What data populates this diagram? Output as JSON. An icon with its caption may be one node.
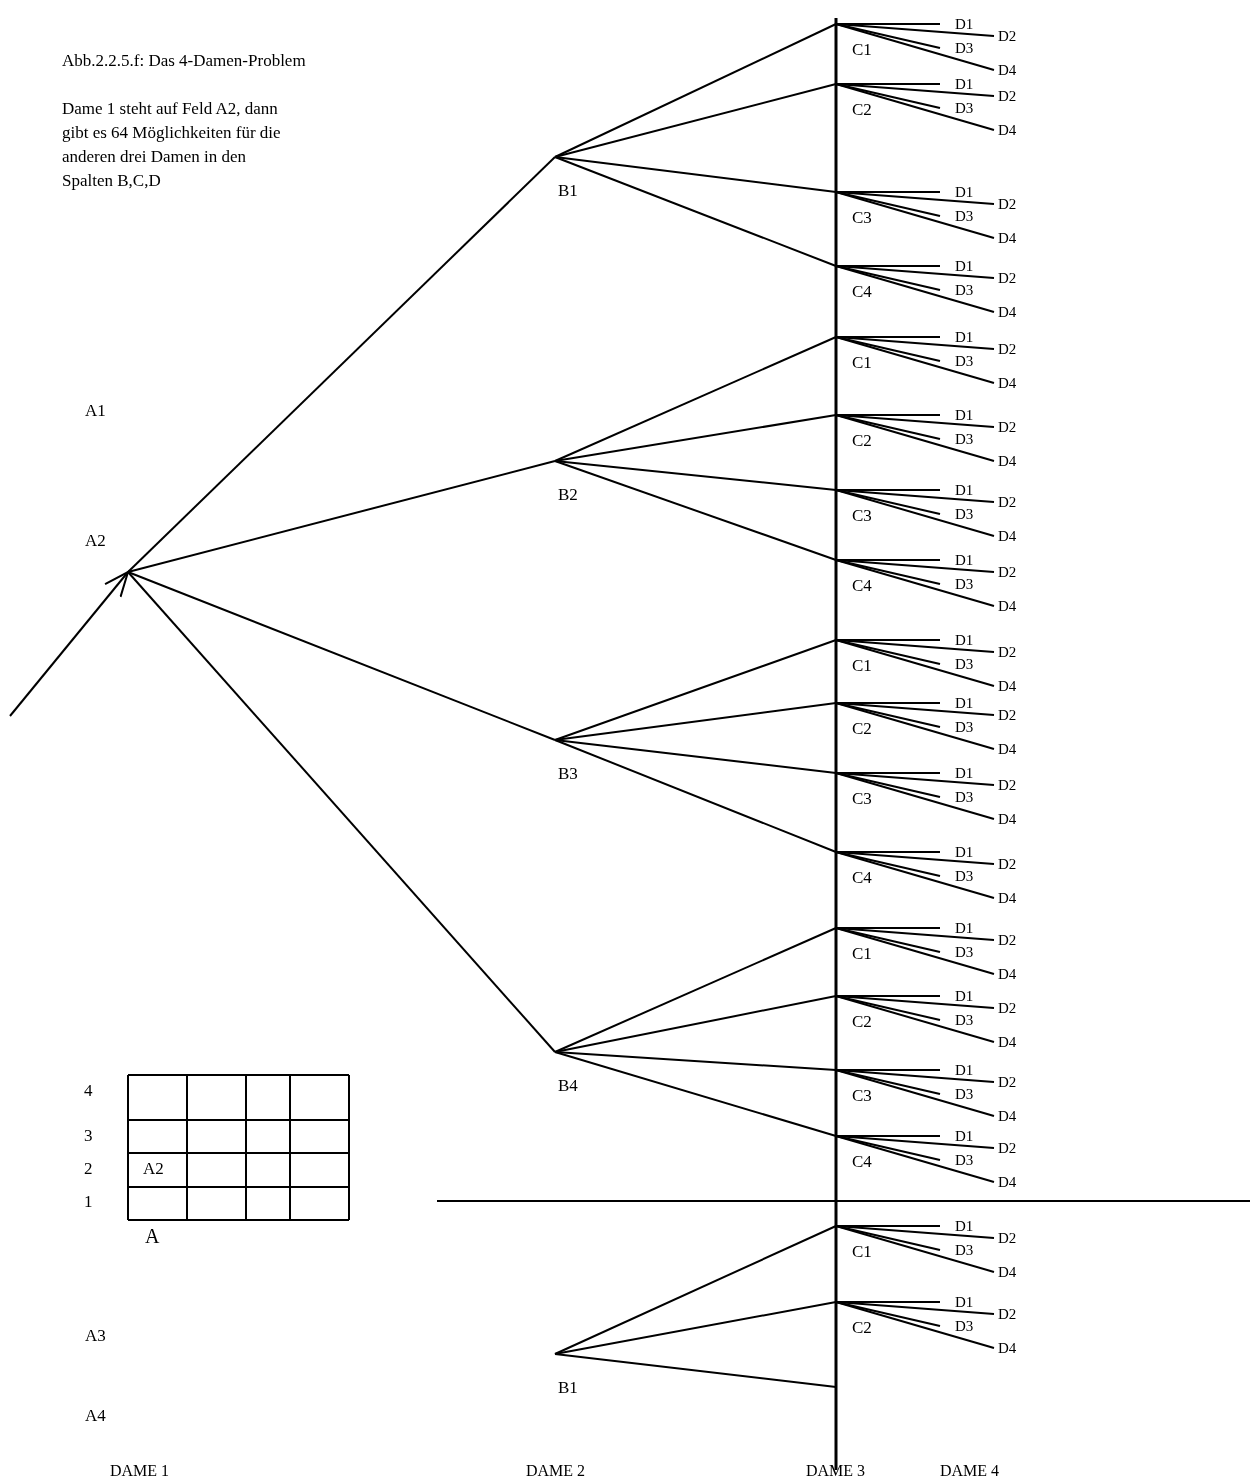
{
  "diagram": {
    "title": "Abb.2.2.5.f: Das 4-Damen-Problem",
    "nodes": [
      {
        "text": [
          "A2"
        ]
      },
      {
        "text": [
          "B1"
        ]
      },
      {
        "text": [
          "C1"
        ]
      },
      {
        "text": [
          "D1"
        ]
      },
      {
        "text": [
          "D2"
        ]
      },
      {
        "text": [
          "D3"
        ]
      },
      {
        "text": [
          "D4"
        ]
      },
      {
        "text": [
          "C2"
        ]
      },
      {
        "text": [
          "D1"
        ]
      },
      {
        "text": [
          "D2"
        ]
      },
      {
        "text": [
          "D3"
        ]
      },
      {
        "text": [
          "D4"
        ]
      },
      {
        "text": [
          "C3"
        ]
      },
      {
        "text": [
          "D1"
        ]
      },
      {
        "text": [
          "D2"
        ]
      },
      {
        "text": [
          "D3"
        ]
      },
      {
        "text": [
          "D4"
        ]
      },
      {
        "text": [
          "C4"
        ]
      },
      {
        "text": [
          "D1"
        ]
      },
      {
        "text": [
          "D2"
        ]
      },
      {
        "text": [
          "D3"
        ]
      },
      {
        "text": [
          "D4"
        ]
      },
      {
        "text": [
          "B2"
        ]
      },
      {
        "text": [
          "C1"
        ]
      },
      {
        "text": [
          "D1"
        ]
      },
      {
        "text": [
          "D2"
        ]
      },
      {
        "text": [
          "D3"
        ]
      },
      {
        "text": [
          "D4"
        ]
      },
      {
        "text": [
          "C2"
        ]
      },
      {
        "text": [
          "D1"
        ]
      },
      {
        "text": [
          "D2"
        ]
      },
      {
        "text": [
          "D3"
        ]
      },
      {
        "text": [
          "D4"
        ]
      },
      {
        "text": [
          "C3"
        ]
      },
      {
        "text": [
          "D1"
        ]
      },
      {
        "text": [
          "D2"
        ]
      },
      {
        "text": [
          "D3"
        ]
      },
      {
        "text": [
          "D4"
        ]
      },
      {
        "text": [
          "C4"
        ]
      },
      {
        "text": [
          "D1"
        ]
      },
      {
        "text": [
          "D2"
        ]
      },
      {
        "text": [
          "D3"
        ]
      },
      {
        "text": [
          "D4"
        ]
      },
      {
        "text": [
          "B3"
        ]
      },
      {
        "text": [
          "C1"
        ]
      },
      {
        "text": [
          "D1"
        ]
      },
      {
        "text": [
          "D2"
        ]
      },
      {
        "text": [
          "D3"
        ]
      },
      {
        "text": [
          "D4"
        ]
      },
      {
        "text": [
          "C2"
        ]
      },
      {
        "text": [
          "D1"
        ]
      },
      {
        "text": [
          "D2"
        ]
      },
      {
        "text": [
          "D3"
        ]
      },
      {
        "text": [
          "D4"
        ]
      },
      {
        "text": [
          "C3"
        ]
      },
      {
        "text": [
          "D1"
        ]
      },
      {
        "text": [
          "D2"
        ]
      },
      {
        "text": [
          "D3"
        ]
      },
      {
        "text": [
          "D4"
        ]
      },
      {
        "text": [
          "C4"
        ]
      },
      {
        "text": [
          "D1"
        ]
      },
      {
        "text": [
          "D2"
        ]
      },
      {
        "text": [
          "D3"
        ]
      },
      {
        "text": [
          "D4"
        ]
      },
      {
        "text": [
          "B4"
        ]
      },
      {
        "text": [
          "C1"
        ]
      },
      {
        "text": [
          "D1"
        ]
      },
      {
        "text": [
          "D2"
        ]
      },
      {
        "text": [
          "D3"
        ]
      },
      {
        "text": [
          "D4"
        ]
      },
      {
        "text": [
          "C2"
        ]
      },
      {
        "text": [
          "D1"
        ]
      },
      {
        "text": [
          "D2"
        ]
      },
      {
        "text": [
          "D3"
        ]
      },
      {
        "text": [
          "D4"
        ]
      },
      {
        "text": [
          "C3"
        ]
      },
      {
        "text": [
          "D1"
        ]
      },
      {
        "text": [
          "D2"
        ]
      },
      {
        "text": [
          "D3"
        ]
      },
      {
        "text": [
          "D4"
        ]
      },
      {
        "text": [
          "C4"
        ]
      },
      {
        "text": [
          "D1"
        ]
      },
      {
        "text": [
          "D2"
        ]
      },
      {
        "text": [
          "D3"
        ]
      },
      {
        "text": [
          "D4"
        ]
      },
      {
        "text": [
          "B1"
        ]
      },
      {
        "text": [
          "C1"
        ]
      },
      {
        "text": [
          "D1"
        ]
      },
      {
        "text": [
          "D2"
        ]
      },
      {
        "text": [
          "D3"
        ]
      },
      {
        "text": [
          "D4"
        ]
      },
      {
        "text": [
          "C2"
        ]
      },
      {
        "text": [
          "D1"
        ]
      },
      {
        "text": [
          "D2"
        ]
      },
      {
        "text": [
          "D3"
        ]
      },
      {
        "text": [
          "D4"
        ]
      }
    ],
    "edges": [
      {
        "from": null,
        "to": 0,
        "arrow": "to"
      },
      {
        "from": 0,
        "to": 1,
        "arrow": "none"
      },
      {
        "from": 1,
        "to": 2,
        "arrow": "none"
      },
      {
        "from": 2,
        "to": 3,
        "arrow": "none"
      },
      {
        "from": 2,
        "to": 4,
        "arrow": "none"
      },
      {
        "from": 2,
        "to": 5,
        "arrow": "none"
      },
      {
        "from": 2,
        "to": 6,
        "arrow": "none"
      },
      {
        "from": 1,
        "to": 7,
        "arrow": "none"
      },
      {
        "from": 7,
        "to": 8,
        "arrow": "none"
      },
      {
        "from": 7,
        "to": 9,
        "arrow": "none"
      },
      {
        "from": 7,
        "to": 10,
        "arrow": "none"
      },
      {
        "from": 7,
        "to": 11,
        "arrow": "none"
      },
      {
        "from": 1,
        "to": 12,
        "arrow": "none"
      },
      {
        "from": 12,
        "to": 13,
        "arrow": "none"
      },
      {
        "from": 12,
        "to": 14,
        "arrow": "none"
      },
      {
        "from": 12,
        "to": 15,
        "arrow": "none"
      },
      {
        "from": 12,
        "to": 16,
        "arrow": "none"
      },
      {
        "from": 1,
        "to": 17,
        "arrow": "none"
      },
      {
        "from": 17,
        "to": 18,
        "arrow": "none"
      },
      {
        "from": 17,
        "to": 19,
        "arrow": "none"
      },
      {
        "from": 17,
        "to": 20,
        "arrow": "none"
      },
      {
        "from": 17,
        "to": 21,
        "arrow": "none"
      },
      {
        "from": 0,
        "to": 22,
        "arrow": "none"
      },
      {
        "from": 22,
        "to": 23,
        "arrow": "none"
      },
      {
        "from": 23,
        "to": 24,
        "arrow": "none"
      },
      {
        "from": 23,
        "to": 25,
        "arrow": "none"
      },
      {
        "from": 23,
        "to": 26,
        "arrow": "none"
      },
      {
        "from": 23,
        "to": 27,
        "arrow": "none"
      },
      {
        "from": 22,
        "to": 28,
        "arrow": "none"
      },
      {
        "from": 28,
        "to": 29,
        "arrow": "none"
      },
      {
        "from": 28,
        "to": 30,
        "arrow": "none"
      },
      {
        "from": 28,
        "to": 31,
        "arrow": "none"
      },
      {
        "from": 28,
        "to": 32,
        "arrow": "none"
      },
      {
        "from": 22,
        "to": 33,
        "arrow": "none"
      },
      {
        "from": 33,
        "to": 34,
        "arrow": "none"
      },
      {
        "from": 33,
        "to": 35,
        "arrow": "none"
      },
      {
        "from": 33,
        "to": 36,
        "arrow": "none"
      },
      {
        "from": 33,
        "to": 37,
        "arrow": "none"
      },
      {
        "from": 22,
        "to": 38,
        "arrow": "none"
      },
      {
        "from": 38,
        "to": 39,
        "arrow": "none"
      },
      {
        "from": 38,
        "to": 40,
        "arrow": "none"
      },
      {
        "from": 38,
        "to": 41,
        "arrow": "none"
      },
      {
        "from": 38,
        "to": 42,
        "arrow": "none"
      },
      {
        "from": 0,
        "to": 43,
        "arrow": "none"
      },
      {
        "from": 43,
        "to": 44,
        "arrow": "none"
      },
      {
        "from": 44,
        "to": 45,
        "arrow": "none"
      },
      {
        "from": 44,
        "to": 46,
        "arrow": "none"
      },
      {
        "from": 44,
        "to": 47,
        "arrow": "none"
      },
      {
        "from": 44,
        "to": 48,
        "arrow": "none"
      },
      {
        "from": 43,
        "to": 49,
        "arrow": "none"
      },
      {
        "from": 49,
        "to": 50,
        "arrow": "none"
      },
      {
        "from": 49,
        "to": 51,
        "arrow": "none"
      },
      {
        "from": 49,
        "to": 52,
        "arrow": "none"
      },
      {
        "from": 49,
        "to": 53,
        "arrow": "none"
      },
      {
        "from": 43,
        "to": 54,
        "arrow": "none"
      },
      {
        "from": 54,
        "to": 55,
        "arrow": "none"
      },
      {
        "from": 54,
        "to": 56,
        "arrow": "none"
      },
      {
        "from": 54,
        "to": 57,
        "arrow": "none"
      },
      {
        "from": 54,
        "to": 58,
        "arrow": "none"
      },
      {
        "from": 43,
        "to": 59,
        "arrow": "none"
      },
      {
        "from": 59,
        "to": 60,
        "arrow": "none"
      },
      {
        "from": 59,
        "to": 61,
        "arrow": "none"
      },
      {
        "from": 59,
        "to": 62,
        "arrow": "none"
      },
      {
        "from": 59,
        "to": 63,
        "arrow": "none"
      },
      {
        "from": 0,
        "to": 64,
        "arrow": "none"
      },
      {
        "from": 64,
        "to": 65,
        "arrow": "none"
      },
      {
        "from": 65,
        "to": 66,
        "arrow": "none"
      },
      {
        "from": 65,
        "to": 67,
        "arrow": "none"
      },
      {
        "from": 65,
        "to": 68,
        "arrow": "none"
      },
      {
        "from": 65,
        "to": 69,
        "arrow": "none"
      },
      {
        "from": 64,
        "to": 70,
        "arrow": "none"
      },
      {
        "from": 70,
        "to": 71,
        "arrow": "none"
      },
      {
        "from": 70,
        "to": 72,
        "arrow": "none"
      },
      {
        "from": 70,
        "to": 73,
        "arrow": "none"
      },
      {
        "from": 70,
        "to": 74,
        "arrow": "none"
      },
      {
        "from": 64,
        "to": 75,
        "arrow": "none"
      },
      {
        "from": 75,
        "to": 76,
        "arrow": "none"
      },
      {
        "from": 75,
        "to": 77,
        "arrow": "none"
      },
      {
        "from": 75,
        "to": 78,
        "arrow": "none"
      },
      {
        "from": 75,
        "to": 79,
        "arrow": "none"
      },
      {
        "from": 64,
        "to": 80,
        "arrow": "none"
      },
      {
        "from": 80,
        "to": 81,
        "arrow": "none"
      },
      {
        "from": 80,
        "to": 82,
        "arrow": "none"
      },
      {
        "from": 80,
        "to": 83,
        "arrow": "none"
      },
      {
        "from": 80,
        "to": 84,
        "arrow": "none"
      },
      {
        "from": 85,
        "to": 86,
        "arrow": "none"
      },
      {
        "from": 86,
        "to": 87,
        "arrow": "none"
      },
      {
        "from": 86,
        "to": 88,
        "arrow": "none"
      },
      {
        "from": 86,
        "to": 89,
        "arrow": "none"
      },
      {
        "from": 86,
        "to": 90,
        "arrow": "none"
      },
      {
        "from": 85,
        "to": 91,
        "arrow": "none"
      },
      {
        "from": 91,
        "to": 92,
        "arrow": "none"
      },
      {
        "from": 91,
        "to": 93,
        "arrow": "none"
      },
      {
        "from": 91,
        "to": 94,
        "arrow": "none"
      },
      {
        "from": 91,
        "to": 95,
        "arrow": "none"
      },
      {
        "from": 85,
        "to": null,
        "arrow": "none"
      }
    ],
    "labels": [
      "Dame 1 steht auf Feld A2, dann gibt es 64 Möglichkeiten für die anderen drei Damen in den Spalten B,C,D",
      "A1",
      "4",
      "3",
      "2",
      "A2",
      "1",
      "A",
      "A3",
      "A4",
      "DAME 1",
      "DAME 2",
      "DAME 3",
      "DAME 4"
    ]
  }
}
